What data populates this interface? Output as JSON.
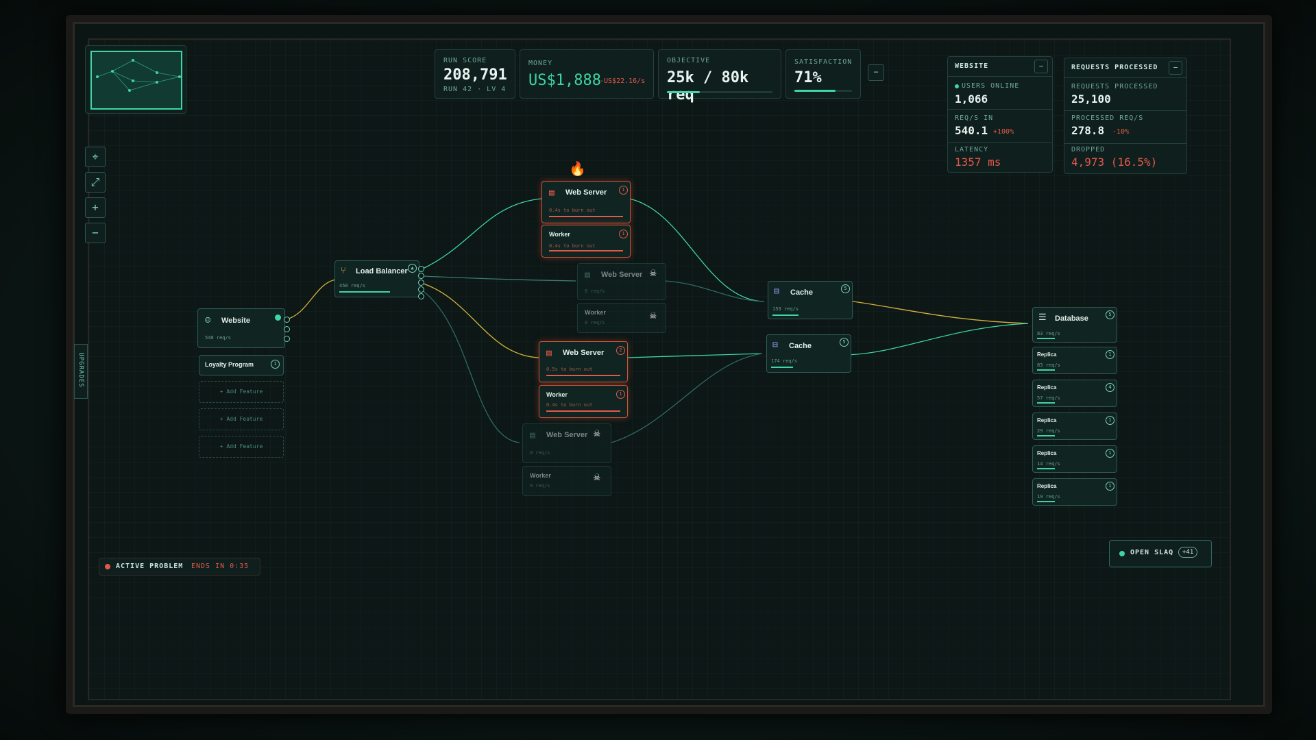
{
  "hud": {
    "run_score": {
      "label": "RUN SCORE",
      "value": "208,791",
      "sub": "RUN 42 · LV 4"
    },
    "money": {
      "label": "MONEY",
      "value": "US$1,888",
      "rate": "-US$22.16/s"
    },
    "objective": {
      "label": "OBJECTIVE",
      "value": "25k / 80k req",
      "progress": 0.31
    },
    "satisfaction": {
      "label": "SATISFACTION",
      "value": "71%",
      "progress": 0.71
    },
    "collapse_glyph": "−"
  },
  "website_panel": {
    "title": "WEBSITE",
    "collapse_glyph": "−",
    "users_online_label": "USERS ONLINE",
    "users_online": "1,066",
    "reqs_in_label": "REQ/S IN",
    "reqs_in": "540.1",
    "reqs_in_delta": "+100%",
    "latency_label": "LATENCY",
    "latency": "1357 ms"
  },
  "requests_panel": {
    "title": "REQUESTS PROCESSED",
    "collapse_glyph": "−",
    "processed_label": "REQUESTS PROCESSED",
    "processed": "25,100",
    "processed_rate_label": "PROCESSED REQ/S",
    "processed_rate": "278.8",
    "processed_rate_delta": "-10%",
    "dropped_label": "DROPPED",
    "dropped": "4,973 (16.5%)"
  },
  "controls": {
    "center": "⌖",
    "fit": "⤢",
    "zoom_in": "+",
    "zoom_out": "−"
  },
  "upgrades_tab": "UPGRADES",
  "nodes": {
    "website": {
      "title": "Website",
      "sub": "540 req/s"
    },
    "loyalty": {
      "title": "Loyalty Program",
      "badge": "1"
    },
    "add_feature": "+ Add Feature",
    "load_balancer": {
      "title": "Load Balancer",
      "sub": "450 req/s"
    },
    "ws1": {
      "title": "Web Server",
      "sub": "0.4s to burn out",
      "badge": "1"
    },
    "ws1_worker": {
      "title": "Worker",
      "sub": "0.4s to burn out",
      "badge": "1"
    },
    "ws2": {
      "title": "Web Server",
      "sub": "0 req/s"
    },
    "ws2_worker": {
      "title": "Worker",
      "sub": "0 req/s"
    },
    "ws3": {
      "title": "Web Server",
      "sub": "0.5s to burn out",
      "badge": "2"
    },
    "ws3_worker": {
      "title": "Worker",
      "sub": "0.4s to burn out",
      "badge": "1"
    },
    "ws4": {
      "title": "Web Server",
      "sub": "0 req/s"
    },
    "ws4_worker": {
      "title": "Worker",
      "sub": "0 req/s"
    },
    "cache1": {
      "title": "Cache",
      "sub": "153 req/s",
      "badge": "5"
    },
    "cache2": {
      "title": "Cache",
      "sub": "174 req/s",
      "badge": "5"
    },
    "database": {
      "title": "Database",
      "sub": "83 req/s",
      "badge": "5"
    },
    "replicas": [
      {
        "title": "Replica",
        "sub": "83 req/s",
        "badge": "1"
      },
      {
        "title": "Replica",
        "sub": "57 req/s",
        "badge": "4"
      },
      {
        "title": "Replica",
        "sub": "29 req/s",
        "badge": "1"
      },
      {
        "title": "Replica",
        "sub": "14 req/s",
        "badge": "1"
      },
      {
        "title": "Replica",
        "sub": "19 req/s",
        "badge": "1"
      }
    ]
  },
  "problem": {
    "label": "ACTIVE PROBLEM",
    "timer": "ENDS IN 0:35"
  },
  "slaq": {
    "label": "OPEN SLAQ",
    "count": "+41"
  },
  "colors": {
    "accent": "#3fd6a3",
    "danger": "#e4584b",
    "warning": "#d8b33c",
    "bg": "#0c1716"
  },
  "icons": [
    "minimap",
    "center-icon",
    "fit-icon",
    "zoom-in-icon",
    "zoom-out-icon",
    "users-icon",
    "load-balancer-icon",
    "server-icon",
    "cache-icon",
    "database-icon",
    "skull-icon",
    "fire-icon"
  ]
}
